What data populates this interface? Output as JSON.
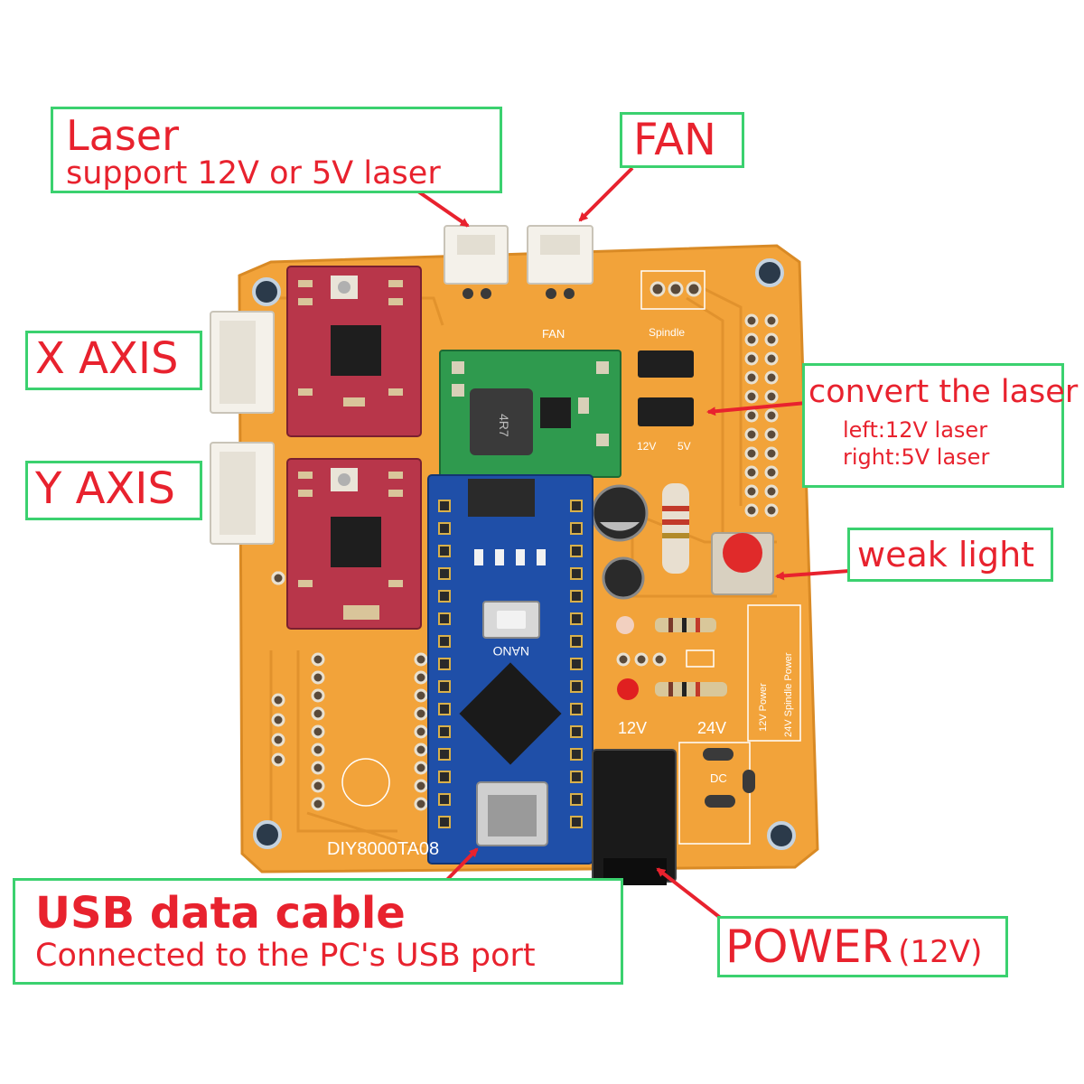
{
  "labels": {
    "laser": {
      "title": "Laser",
      "subtitle": "support 12V or 5V laser"
    },
    "fan": {
      "title": "FAN"
    },
    "x_axis": {
      "title": "X AXIS"
    },
    "y_axis": {
      "title": "Y AXIS"
    },
    "convert": {
      "title": "convert the laser",
      "line1": "left:12V laser",
      "line2": "right:5V laser"
    },
    "weak_light": {
      "title": "weak light"
    },
    "usb": {
      "title": "USB data cable",
      "subtitle": "Connected to the PC's USB port"
    },
    "power": {
      "title": "POWER",
      "suffix": "(12V)"
    }
  },
  "board": {
    "name": "DIY8000TA08",
    "module_label": "NANO",
    "inductor_label": "4R7",
    "fan_label": "FAN",
    "spindle_label": "Spindle",
    "v12": "12V",
    "v24": "24V",
    "dc": "DC",
    "laser_vcc_12": "12V",
    "laser_vcc_5": "5V",
    "power_12": "12V Power",
    "power_24": "24V Spindle Power"
  },
  "colors": {
    "callout_border": "#3bd16f",
    "callout_text": "#e8222e",
    "pcb": "#f2a33a",
    "driver": "#b8364a",
    "nano": "#1f4fa8",
    "buck": "#2f9a4e"
  }
}
